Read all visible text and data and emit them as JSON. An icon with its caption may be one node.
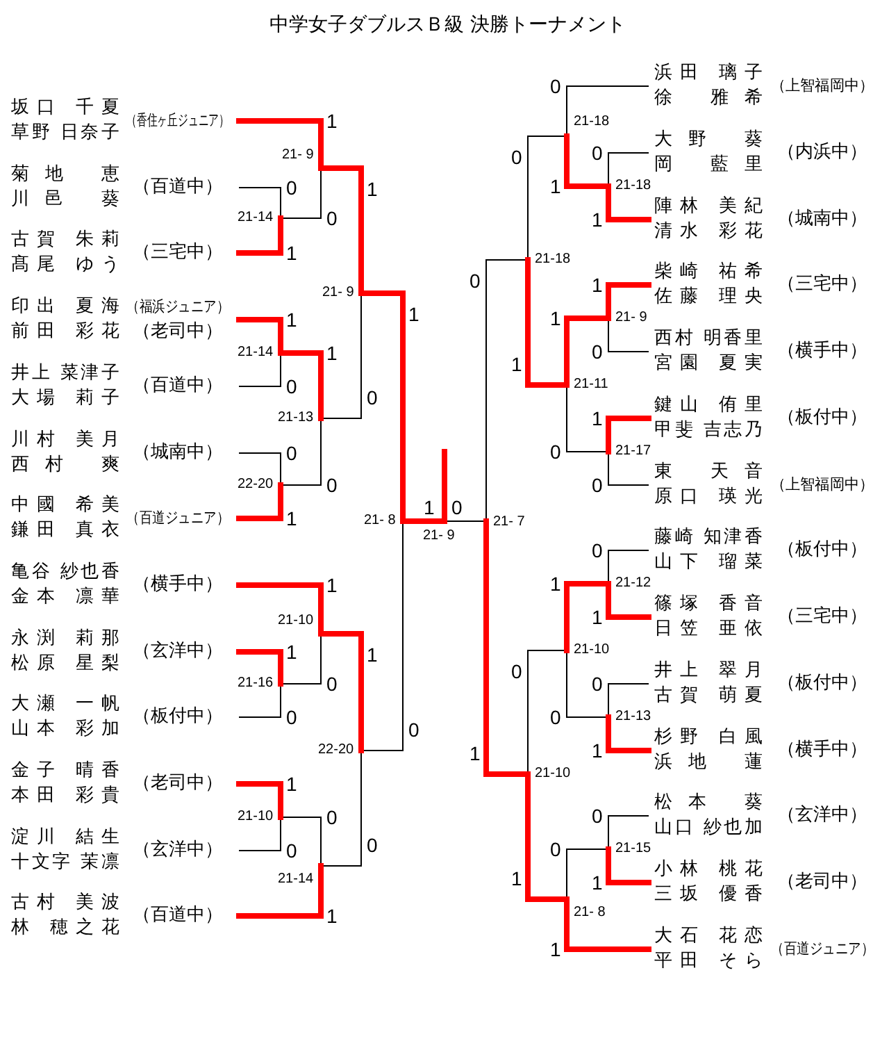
{
  "diagram": {
    "title": "中学女子ダブルスＢ級 決勝トーナメント",
    "nodes": [
      {
        "text": [
          "坂口 千夏",
          "草野 日奈子"
        ],
        "beside": [
          "（香住ヶ丘ジュニア）"
        ]
      },
      {
        "text": [
          "菊地 恵",
          "川邑 葵"
        ],
        "beside": [
          "（百道中）"
        ]
      },
      {
        "text": [
          "古賀 朱莉",
          "髙尾 ゆう"
        ],
        "beside": [
          "（三宅中）"
        ]
      },
      {
        "text": [
          "印出 夏海",
          "前田 彩花"
        ],
        "beside": [
          "（福浜ジュニア）",
          "（老司中）"
        ]
      },
      {
        "text": [
          "井上 菜津子",
          "大場 莉子"
        ],
        "beside": [
          "（百道中）"
        ]
      },
      {
        "text": [
          "川村 美月",
          "西村 爽"
        ],
        "beside": [
          "（城南中）"
        ]
      },
      {
        "text": [
          "中國 希美",
          "鎌田 真衣"
        ],
        "beside": [
          "（百道ジュニア）"
        ]
      },
      {
        "text": [
          "亀谷 紗也香",
          "金本 凛華"
        ],
        "beside": [
          "（横手中）"
        ]
      },
      {
        "text": [
          "永渕 莉那",
          "松原 星梨"
        ],
        "beside": [
          "（玄洋中）"
        ]
      },
      {
        "text": [
          "大瀬 一帆",
          "山本 彩加"
        ],
        "beside": [
          "（板付中）"
        ]
      },
      {
        "text": [
          "金子 晴香",
          "本田 彩貴"
        ],
        "beside": [
          "（老司中）"
        ]
      },
      {
        "text": [
          "淀川 結生",
          "十文字 茉凛"
        ],
        "beside": [
          "（玄洋中）"
        ]
      },
      {
        "text": [
          "古村 美波",
          "林 穂之花"
        ],
        "beside": [
          "（百道中）"
        ]
      },
      {
        "text": [
          "浜田 璃子",
          "徐 雅希"
        ],
        "beside": [
          "（上智福岡中）"
        ]
      },
      {
        "text": [
          "大野 葵",
          "岡 藍里"
        ],
        "beside": [
          "（内浜中）"
        ]
      },
      {
        "text": [
          "陣林 美紀",
          "清水 彩花"
        ],
        "beside": [
          "（城南中）"
        ]
      },
      {
        "text": [
          "柴崎 祐希",
          "佐藤 理央"
        ],
        "beside": [
          "（三宅中）"
        ]
      },
      {
        "text": [
          "西村 明香里",
          "宮園 夏実"
        ],
        "beside": [
          "（横手中）"
        ]
      },
      {
        "text": [
          "鍵山 侑里",
          "甲斐 吉志乃"
        ],
        "beside": [
          "（板付中）"
        ]
      },
      {
        "text": [
          "東 天音",
          "原口 瑛光"
        ],
        "beside": [
          "（上智福岡中）"
        ]
      },
      {
        "text": [
          "藤崎 知津香",
          "山下 瑠菜"
        ],
        "beside": [
          "（板付中）"
        ]
      },
      {
        "text": [
          "篠塚 香音",
          "日笠 亜依"
        ],
        "beside": [
          "（三宅中）"
        ]
      },
      {
        "text": [
          "井上 翠月",
          "古賀 萌夏"
        ],
        "beside": [
          "（板付中）"
        ]
      },
      {
        "text": [
          "杉野 白風",
          "浜地 蓮"
        ],
        "beside": [
          "（横手中）"
        ]
      },
      {
        "text": [
          "松本 葵",
          "山口 紗也加"
        ],
        "beside": [
          "（玄洋中）"
        ]
      },
      {
        "text": [
          "小林 桃花",
          "三坂 優香"
        ],
        "beside": [
          "（老司中）"
        ]
      },
      {
        "text": [
          "大石 花恋",
          "平田 そら"
        ],
        "beside": [
          "（百道ジュニア）"
        ]
      },
      {
        "text": [
          "21-14"
        ]
      },
      {
        "text": [
          "21- 9"
        ]
      },
      {
        "text": [
          "21-14"
        ]
      },
      {
        "text": [
          "22-20"
        ]
      },
      {
        "text": [
          "21-13"
        ]
      },
      {
        "text": [
          "21- 9"
        ]
      },
      {
        "text": [
          "21-16"
        ]
      },
      {
        "text": [
          "21-10"
        ]
      },
      {
        "text": [
          "21-10"
        ]
      },
      {
        "text": [
          "21-14"
        ]
      },
      {
        "text": [
          "22-20"
        ]
      },
      {
        "text": [
          "21- 8"
        ]
      },
      {
        "text": [
          "21- 9"
        ]
      },
      {
        "text": [
          "21-18"
        ]
      },
      {
        "text": [
          "21-18"
        ]
      },
      {
        "text": [
          "21- 9"
        ]
      },
      {
        "text": [
          "21-17"
        ]
      },
      {
        "text": [
          "21-11"
        ]
      },
      {
        "text": [
          "21-18"
        ]
      },
      {
        "text": [
          "21-12"
        ]
      },
      {
        "text": [
          "21-13"
        ]
      },
      {
        "text": [
          "21-10"
        ]
      },
      {
        "text": [
          "21-15"
        ]
      },
      {
        "text": [
          "21- 8"
        ]
      },
      {
        "text": [
          "21-10"
        ]
      },
      {
        "text": [
          "21- 7"
        ]
      }
    ],
    "edges": [
      {
        "from": 0,
        "to": 28,
        "arrow": "none",
        "label": "1"
      },
      {
        "from": 1,
        "to": 27,
        "arrow": "none",
        "label": "0",
        "color": "#000000"
      },
      {
        "from": 2,
        "to": 27,
        "arrow": "none",
        "label": "1"
      },
      {
        "from": 27,
        "to": 28,
        "arrow": "none",
        "label": "0",
        "color": "#000000"
      },
      {
        "from": 3,
        "to": 29,
        "arrow": "none",
        "label": "1"
      },
      {
        "from": 4,
        "to": 29,
        "arrow": "none",
        "label": "0",
        "color": "#000000"
      },
      {
        "from": 5,
        "to": 30,
        "arrow": "none",
        "label": "0",
        "color": "#000000"
      },
      {
        "from": 6,
        "to": 30,
        "arrow": "none",
        "label": "1"
      },
      {
        "from": 29,
        "to": 31,
        "arrow": "none",
        "label": "1"
      },
      {
        "from": 30,
        "to": 31,
        "arrow": "none",
        "label": "0",
        "color": "#000000"
      },
      {
        "from": 28,
        "to": 32,
        "arrow": "none",
        "label": "1"
      },
      {
        "from": 31,
        "to": 32,
        "arrow": "none",
        "label": "0",
        "color": "#000000"
      },
      {
        "from": 7,
        "to": 34,
        "arrow": "none",
        "label": "1"
      },
      {
        "from": 8,
        "to": 33,
        "arrow": "none",
        "label": "1"
      },
      {
        "from": 9,
        "to": 33,
        "arrow": "none",
        "label": "0",
        "color": "#000000"
      },
      {
        "from": 33,
        "to": 34,
        "arrow": "none",
        "label": "0",
        "color": "#000000"
      },
      {
        "from": 10,
        "to": 35,
        "arrow": "none",
        "label": "1"
      },
      {
        "from": 11,
        "to": 35,
        "arrow": "none",
        "label": "0",
        "color": "#000000"
      },
      {
        "from": 35,
        "to": 36,
        "arrow": "none",
        "label": "0",
        "color": "#000000"
      },
      {
        "from": 12,
        "to": 36,
        "arrow": "none",
        "label": "1"
      },
      {
        "from": 34,
        "to": 37,
        "arrow": "none",
        "label": "1"
      },
      {
        "from": 36,
        "to": 37,
        "arrow": "none",
        "label": "0",
        "color": "#000000"
      },
      {
        "from": 32,
        "to": 38,
        "arrow": "none",
        "label": "1"
      },
      {
        "from": 37,
        "to": 38,
        "arrow": "none",
        "label": "0",
        "color": "#000000"
      },
      {
        "from": 38,
        "to": 39,
        "arrow": "none",
        "label": "1"
      },
      {
        "from": 52,
        "to": 39,
        "arrow": "none",
        "label": "0",
        "color": "#000000"
      },
      {
        "from": 39,
        "to": null,
        "arrow": "none"
      },
      {
        "from": 13,
        "to": 41,
        "arrow": "none",
        "label": "0",
        "color": "#000000"
      },
      {
        "from": 14,
        "to": 40,
        "arrow": "none",
        "label": "0",
        "color": "#000000"
      },
      {
        "from": 15,
        "to": 40,
        "arrow": "none",
        "label": "1"
      },
      {
        "from": 40,
        "to": 41,
        "arrow": "none",
        "label": "1"
      },
      {
        "from": 16,
        "to": 42,
        "arrow": "none",
        "label": "1"
      },
      {
        "from": 17,
        "to": 42,
        "arrow": "none",
        "label": "0",
        "color": "#000000"
      },
      {
        "from": 18,
        "to": 43,
        "arrow": "none",
        "label": "1"
      },
      {
        "from": 19,
        "to": 43,
        "arrow": "none",
        "label": "0",
        "color": "#000000"
      },
      {
        "from": 42,
        "to": 44,
        "arrow": "none",
        "label": "1"
      },
      {
        "from": 43,
        "to": 44,
        "arrow": "none",
        "label": "0",
        "color": "#000000"
      },
      {
        "from": 41,
        "to": 45,
        "arrow": "none",
        "label": "0",
        "color": "#000000"
      },
      {
        "from": 44,
        "to": 45,
        "arrow": "none",
        "label": "1"
      },
      {
        "from": 20,
        "to": 46,
        "arrow": "none",
        "label": "0",
        "color": "#000000"
      },
      {
        "from": 21,
        "to": 46,
        "arrow": "none",
        "label": "1"
      },
      {
        "from": 22,
        "to": 47,
        "arrow": "none",
        "label": "0",
        "color": "#000000"
      },
      {
        "from": 23,
        "to": 47,
        "arrow": "none",
        "label": "1"
      },
      {
        "from": 46,
        "to": 48,
        "arrow": "none",
        "label": "1"
      },
      {
        "from": 47,
        "to": 48,
        "arrow": "none",
        "label": "0",
        "color": "#000000"
      },
      {
        "from": 24,
        "to": 49,
        "arrow": "none",
        "label": "0",
        "color": "#000000"
      },
      {
        "from": 25,
        "to": 49,
        "arrow": "none",
        "label": "1"
      },
      {
        "from": 49,
        "to": 50,
        "arrow": "none",
        "label": "0",
        "color": "#000000"
      },
      {
        "from": 26,
        "to": 50,
        "arrow": "none",
        "label": "1"
      },
      {
        "from": 48,
        "to": 51,
        "arrow": "none",
        "label": "0",
        "color": "#000000"
      },
      {
        "from": 50,
        "to": 51,
        "arrow": "none",
        "label": "1"
      },
      {
        "from": 45,
        "to": 52,
        "arrow": "none",
        "label": "0",
        "color": "#000000"
      },
      {
        "from": 51,
        "to": 52,
        "arrow": "none",
        "label": "1"
      }
    ]
  }
}
